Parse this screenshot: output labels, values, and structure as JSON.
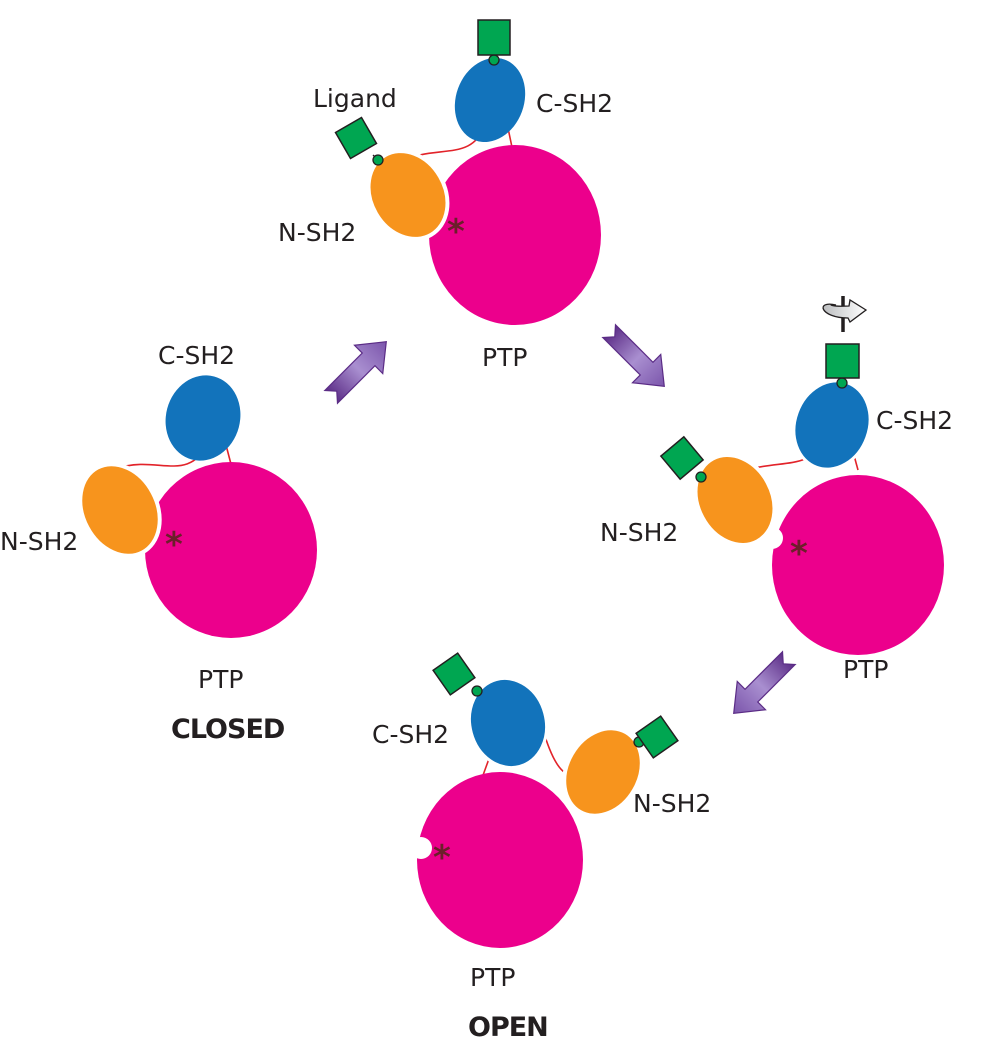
{
  "labels": {
    "ptp": "PTP",
    "n_sh2": "N-SH2",
    "c_sh2": "C-SH2",
    "ligand": "Ligand",
    "active_site": "*",
    "state_closed": "CLOSED",
    "state_open": "OPEN"
  },
  "colors": {
    "ptp": "#ec008c",
    "n_sh2": "#f7941d",
    "c_sh2": "#1273bb",
    "ligand": "#00a651",
    "linker": "#e2232a",
    "arrow": "#8e63b8",
    "asterisk": "#6b1f2a"
  },
  "icons": {
    "arrow": "block-arrow-icon",
    "rotation": "rotation-arrow-icon"
  }
}
